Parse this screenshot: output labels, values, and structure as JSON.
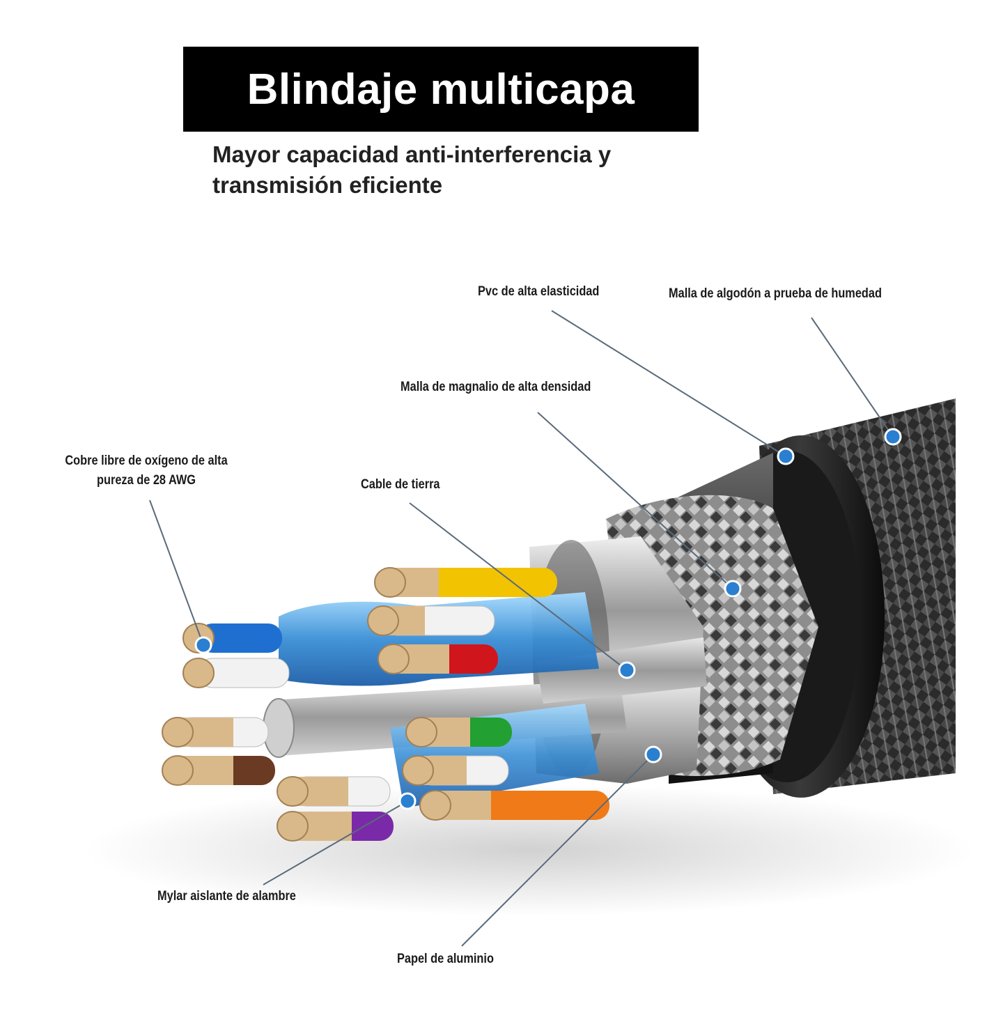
{
  "title": "Blindaje multicapa",
  "subtitle": {
    "line1": "Mayor capacidad anti-interferencia y",
    "line2": "transmisión eficiente"
  },
  "labels": {
    "pvc": "Pvc de alta elasticidad",
    "cotton": "Malla de algodón a prueba de humedad",
    "magnalium": "Malla de magnalio de alta densidad",
    "copper_line1": "Cobre libre de oxígeno de alta",
    "copper_line2": "pureza de 28 AWG",
    "ground": "Cable de tierra",
    "mylar": "Mylar aislante de alambre",
    "foil": "Papel de aluminio"
  },
  "colors": {
    "title_bg": "#000000",
    "marker": "#2a7fd0",
    "pair_blue": "#1e6fd0",
    "pair_yellow": "#f2c300",
    "pair_red": "#d0161c",
    "pair_green": "#22a032",
    "pair_orange": "#f07a18",
    "pair_brown": "#6b3a22",
    "pair_purple": "#7a2aa8",
    "copper": "#d9b98a"
  }
}
